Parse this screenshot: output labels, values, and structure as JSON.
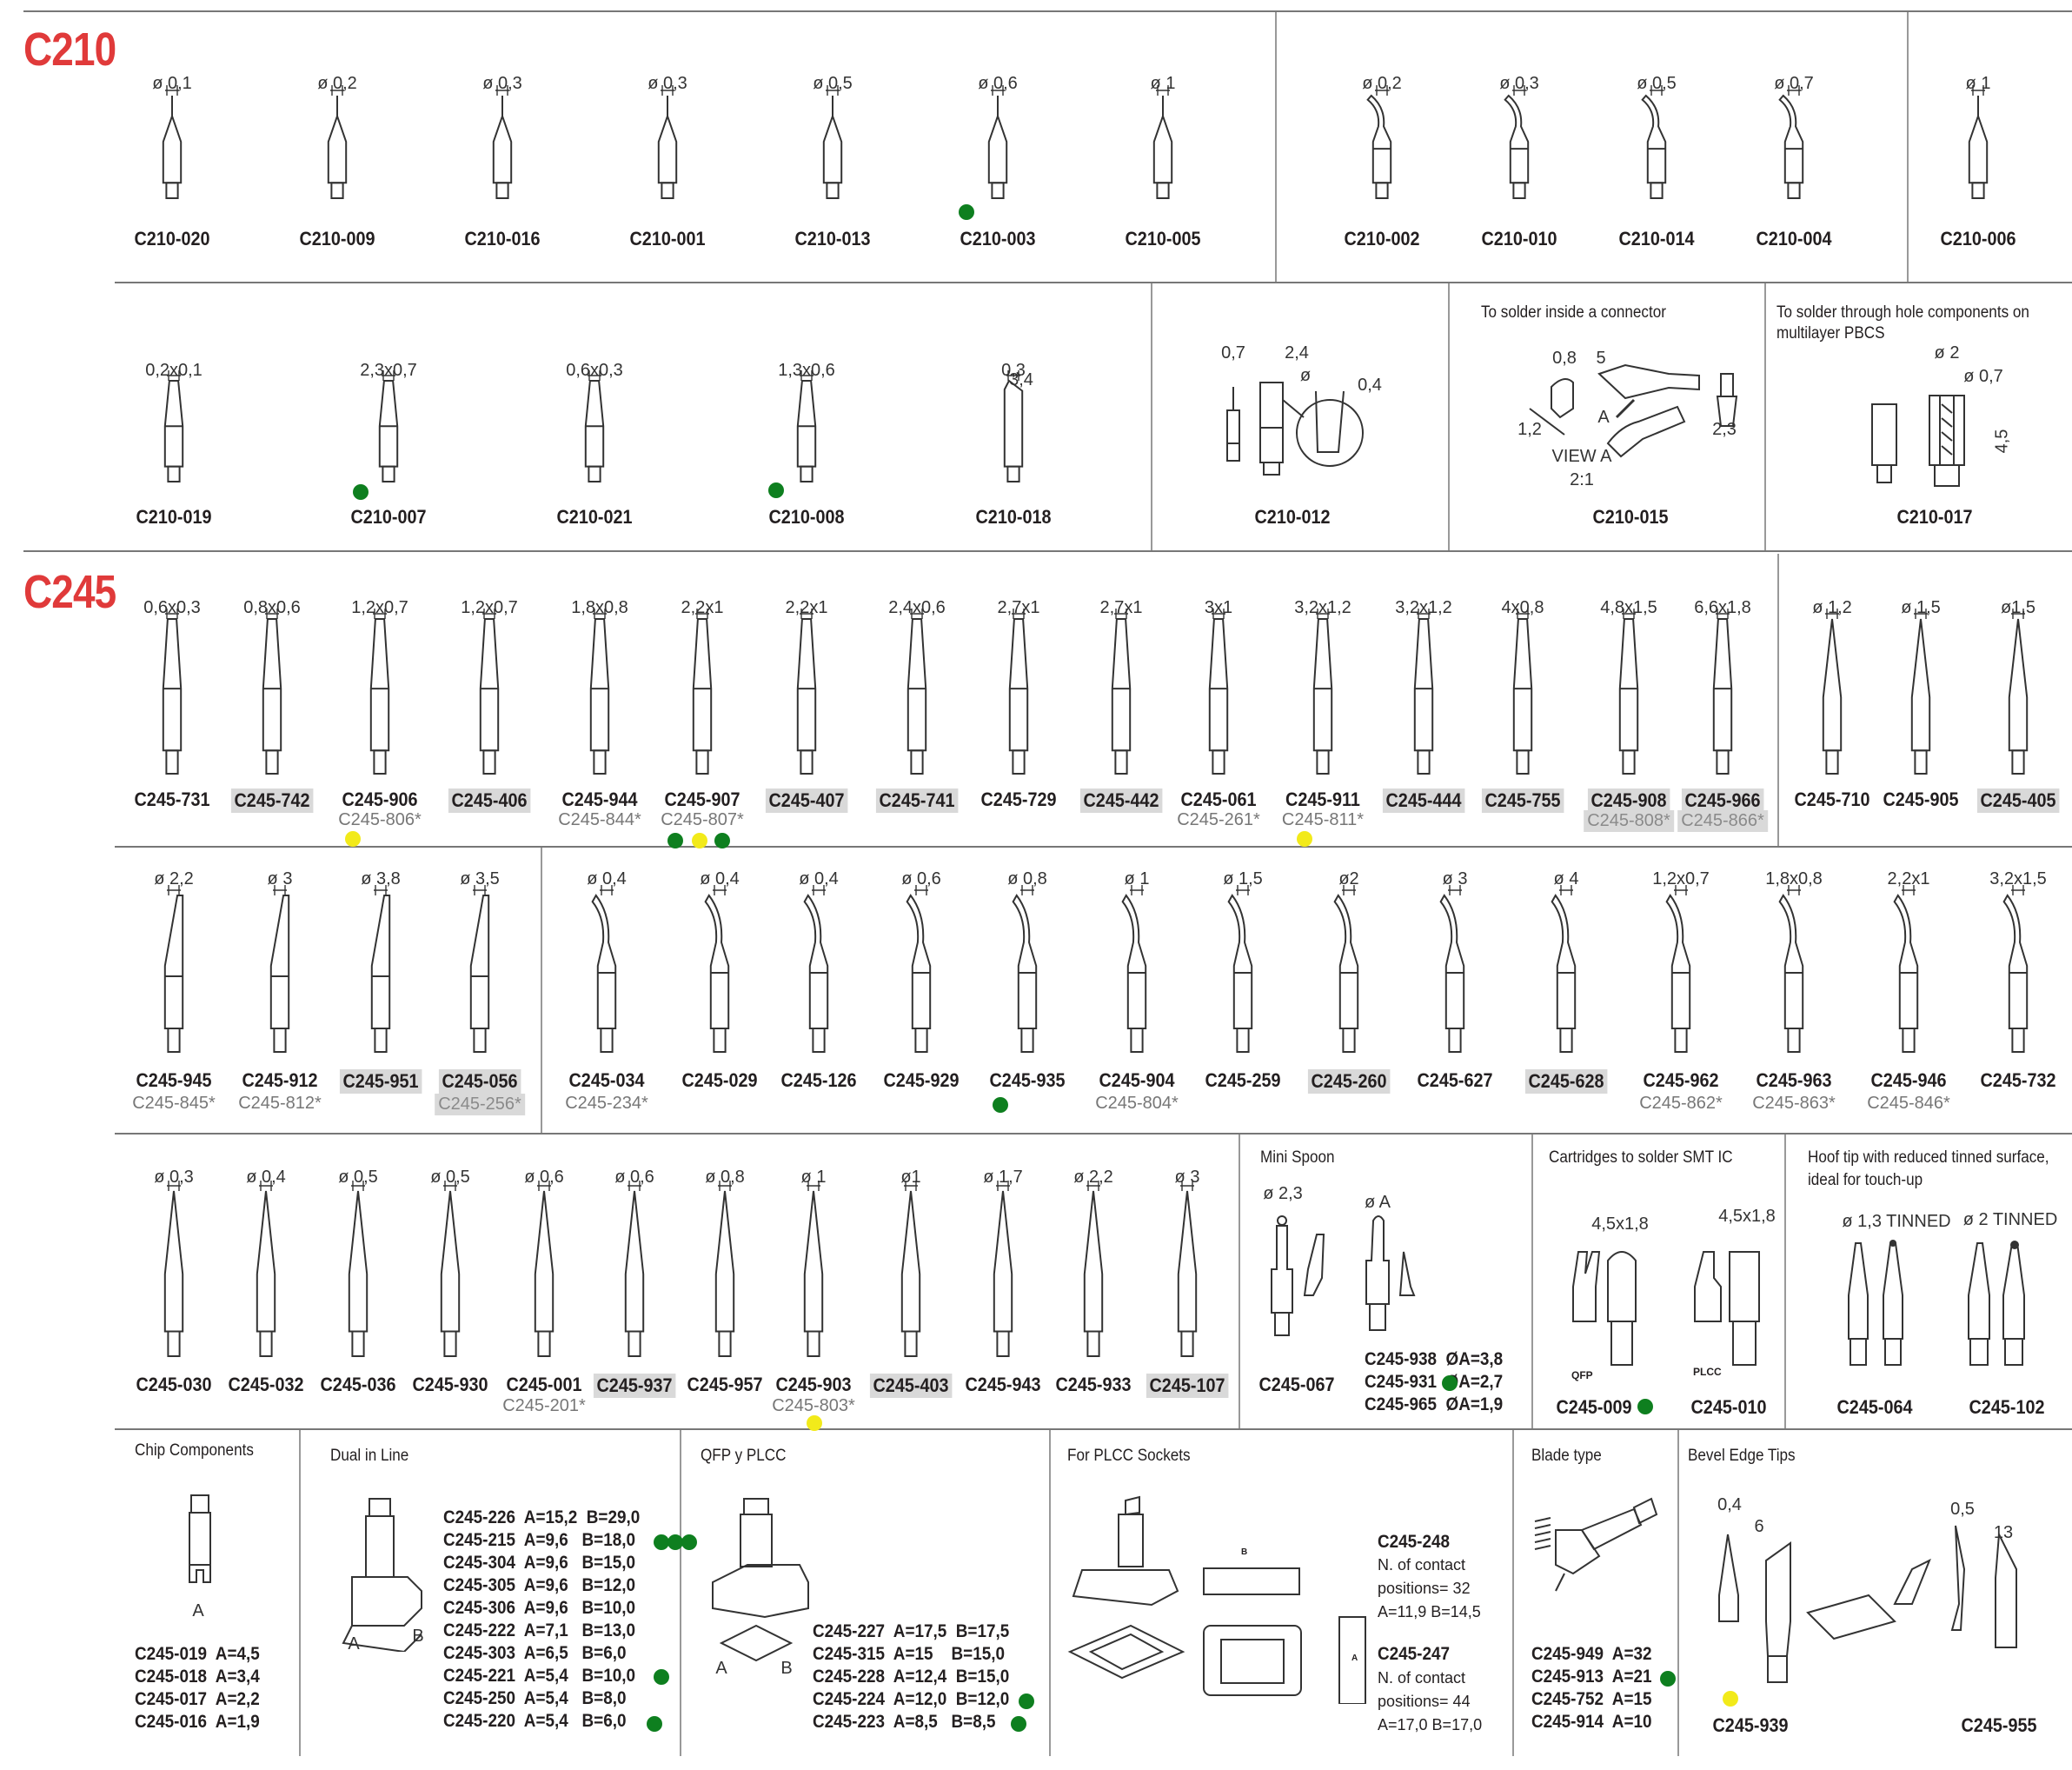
{
  "c210": {
    "title": "C210",
    "row1": [
      {
        "dim": "ø 0,1",
        "code": "C210-020"
      },
      {
        "dim": "ø 0,2",
        "code": "C210-009"
      },
      {
        "dim": "ø 0,3",
        "code": "C210-016"
      },
      {
        "dim": "ø 0,3",
        "code": "C210-001"
      },
      {
        "dim": "ø 0,5",
        "code": "C210-013"
      },
      {
        "dim": "ø 0,6",
        "code": "C210-003"
      },
      {
        "dim": "ø 1",
        "code": "C210-005"
      },
      {
        "dim": "ø 0,2",
        "code": "C210-002"
      },
      {
        "dim": "ø 0,3",
        "code": "C210-010"
      },
      {
        "dim": "ø 0,5",
        "code": "C210-014"
      },
      {
        "dim": "ø 0,7",
        "code": "C210-004"
      },
      {
        "dim": "ø 1",
        "code": "C210-006"
      }
    ],
    "row2": [
      {
        "dim": "0,2x0,1",
        "code": "C210-019"
      },
      {
        "dim": "2,3x0,7",
        "code": "C210-007"
      },
      {
        "dim": "0,6x0,3",
        "code": "C210-021"
      },
      {
        "dim": "1,3x0,6",
        "code": "C210-008"
      },
      {
        "dim": "0,3",
        "code": "C210-018"
      }
    ],
    "c210_018_dim2": "3,4",
    "c210_012": {
      "code": "C210-012",
      "d1": "0,7",
      "d2": "2,4",
      "d3": "ø",
      "d4": "0,4"
    },
    "c210_015": {
      "caption": "To solder inside a connector",
      "code": "C210-015",
      "d1": "0,8",
      "d2": "5",
      "d3": "1,2",
      "d4": "A",
      "d5": "2,3",
      "view": "VIEW A",
      "scale": "2:1"
    },
    "c210_017": {
      "caption1": "To solder through hole components on",
      "caption2": "multilayer PBCS",
      "code": "C210-017",
      "d1": "ø 2",
      "d2": "ø 0,7",
      "d3": "4,5"
    }
  },
  "c245": {
    "title": "C245",
    "row1": [
      {
        "dim": "0,6x0,3",
        "code": "C245-731",
        "hi": false
      },
      {
        "dim": "0,8x0,6",
        "code": "C245-742",
        "hi": true
      },
      {
        "dim": "1,2x0,7",
        "code": "C245-906",
        "alt": "C245-806*",
        "hi": false
      },
      {
        "dim": "1,2x0,7",
        "code": "C245-406",
        "hi": true
      },
      {
        "dim": "1,8x0,8",
        "code": "C245-944",
        "alt": "C245-844*",
        "hi": false
      },
      {
        "dim": "2,2x1",
        "code": "C245-907",
        "alt": "C245-807*",
        "hi": false
      },
      {
        "dim": "2,2x1",
        "code": "C245-407",
        "hi": true
      },
      {
        "dim": "2,4x0,6",
        "code": "C245-741",
        "hi": true
      },
      {
        "dim": "2,7x1",
        "code": "C245-729",
        "hi": false
      },
      {
        "dim": "2,7x1",
        "code": "C245-442",
        "hi": true
      },
      {
        "dim": "3x1",
        "code": "C245-061",
        "alt": "C245-261*",
        "hi": false
      },
      {
        "dim": "3,2x1,2",
        "code": "C245-911",
        "alt": "C245-811*",
        "hi": false
      },
      {
        "dim": "3,2x1,2",
        "code": "C245-444",
        "hi": true
      },
      {
        "dim": "4x0,8",
        "code": "C245-755",
        "hi": true
      },
      {
        "dim": "4,8x1,5",
        "code": "C245-908",
        "alt": "C245-808*",
        "hi": true
      },
      {
        "dim": "6,6x1,8",
        "code": "C245-966",
        "alt": "C245-866*",
        "hi": true
      },
      {
        "dim": "ø 1,2",
        "code": "C245-710",
        "hi": false
      },
      {
        "dim": "ø 1,5",
        "code": "C245-905",
        "hi": false
      },
      {
        "dim": "ø1,5",
        "code": "C245-405",
        "hi": true
      }
    ],
    "row2": [
      {
        "dim": "ø 2,2",
        "code": "C245-945",
        "alt": "C245-845*",
        "hi": false
      },
      {
        "dim": "ø 3",
        "code": "C245-912",
        "alt": "C245-812*",
        "hi": false
      },
      {
        "dim": "ø 3,8",
        "code": "C245-951",
        "hi": true
      },
      {
        "dim": "ø 3,5",
        "code": "C245-056",
        "alt": "C245-256*",
        "hi": true
      },
      {
        "dim": "ø 0,4",
        "code": "C245-034",
        "alt": "C245-234*",
        "hi": false
      },
      {
        "dim": "ø 0,4",
        "code": "C245-029",
        "hi": false
      },
      {
        "dim": "ø 0,4",
        "code": "C245-126",
        "hi": false
      },
      {
        "dim": "ø 0,6",
        "code": "C245-929",
        "hi": false
      },
      {
        "dim": "ø 0,8",
        "code": "C245-935",
        "hi": false
      },
      {
        "dim": "ø 1",
        "code": "C245-904",
        "alt": "C245-804*",
        "hi": false
      },
      {
        "dim": "ø 1,5",
        "code": "C245-259",
        "hi": false
      },
      {
        "dim": "ø2",
        "code": "C245-260",
        "hi": true
      },
      {
        "dim": "ø 3",
        "code": "C245-627",
        "hi": false
      },
      {
        "dim": "ø 4",
        "code": "C245-628",
        "hi": true
      },
      {
        "dim": "1,2x0,7",
        "code": "C245-962",
        "alt": "C245-862*",
        "hi": false
      },
      {
        "dim": "1,8x0,8",
        "code": "C245-963",
        "alt": "C245-863*",
        "hi": false
      },
      {
        "dim": "2,2x1",
        "code": "C245-946",
        "alt": "C245-846*",
        "hi": false
      },
      {
        "dim": "3,2x1,5",
        "code": "C245-732",
        "hi": false
      }
    ],
    "row3": [
      {
        "dim": "ø 0,3",
        "code": "C245-030",
        "hi": false
      },
      {
        "dim": "ø 0,4",
        "code": "C245-032",
        "hi": false
      },
      {
        "dim": "ø 0,5",
        "code": "C245-036",
        "hi": false
      },
      {
        "dim": "ø 0,5",
        "code": "C245-930",
        "hi": false
      },
      {
        "dim": "ø 0,6",
        "code": "C245-001",
        "alt": "C245-201*",
        "hi": false
      },
      {
        "dim": "ø 0,6",
        "code": "C245-937",
        "hi": true
      },
      {
        "dim": "ø 0,8",
        "code": "C245-957",
        "hi": false
      },
      {
        "dim": "ø 1",
        "code": "C245-903",
        "alt": "C245-803*",
        "hi": false
      },
      {
        "dim": "ø1",
        "code": "C245-403",
        "hi": true
      },
      {
        "dim": "ø 1,7",
        "code": "C245-943",
        "hi": false
      },
      {
        "dim": "ø 2,2",
        "code": "C245-933",
        "hi": false
      },
      {
        "dim": "ø 3",
        "code": "C245-107",
        "hi": true
      }
    ],
    "mini_spoon": {
      "caption": "Mini Spoon",
      "d1": "ø 2,3",
      "d2": "ø A",
      "code": "C245-067",
      "list": "C245-938  ØA=3,8\nC245-931  ØA=2,7\nC245-965  ØA=1,9"
    },
    "cartridges": {
      "caption": "Cartridges to solder SMT IC",
      "d1": "4,5x1,8",
      "d2": "4,5x1,8",
      "l1": "QFP",
      "l2": "PLCC",
      "code1": "C245-009",
      "code2": "C245-010"
    },
    "hoof": {
      "caption1": "Hoof tip with reduced tinned surface,",
      "caption2": "ideal for touch-up",
      "d1": "ø 1,3  TINNED",
      "d2": "ø 2 TINNED",
      "code1": "C245-064",
      "code2": "C245-102"
    },
    "chip": {
      "caption": "Chip Components",
      "a": "A",
      "list": "C245-019  A=4,5\nC245-018  A=3,4\nC245-017  A=2,2\nC245-016  A=1,9"
    },
    "dil": {
      "caption": "Dual in Line",
      "a": "A",
      "b": "B",
      "list": "C245-226  A=15,2  B=29,0\nC245-215  A=9,6   B=18,0\nC245-304  A=9,6   B=15,0\nC245-305  A=9,6   B=12,0\nC245-306  A=9,6   B=10,0\nC245-222  A=7,1   B=13,0\nC245-303  A=6,5   B=6,0\nC245-221  A=5,4   B=10,0\nC245-250  A=5,4   B=8,0\nC245-220  A=5,4   B=6,0"
    },
    "qfp": {
      "caption": "QFP y PLCC",
      "a": "A",
      "b": "B",
      "list": "C245-227  A=17,5  B=17,5\nC245-315  A=15    B=15,0\nC245-228  A=12,4  B=15,0\nC245-224  A=12,0  B=12,0\nC245-223  A=8,5   B=8,5"
    },
    "plcc": {
      "caption": "For PLCC Sockets",
      "b": "B",
      "a": "A",
      "s1": "C245-248",
      "s1a": "N. of contact",
      "s1b": "positions= 32",
      "s1c": "A=11,9   B=14,5",
      "s2": "C245-247",
      "s2a": "N. of contact",
      "s2b": "positions= 44",
      "s2c": "A=17,0   B=17,0"
    },
    "blade": {
      "caption": "Blade type",
      "list": "C245-949  A=32\nC245-913  A=21\nC245-752  A=15\nC245-914  A=10"
    },
    "bevel": {
      "caption": "Bevel Edge Tips",
      "d1": "0,4",
      "d2": "6",
      "d3": "0,5",
      "d4": "13",
      "code1": "C245-939",
      "code2": "C245-955"
    }
  },
  "colors": {
    "title_red": "#e03a3a",
    "green": "#0e7f1f",
    "yellow": "#f2ea1a",
    "highlight": "#d9d9d9"
  }
}
